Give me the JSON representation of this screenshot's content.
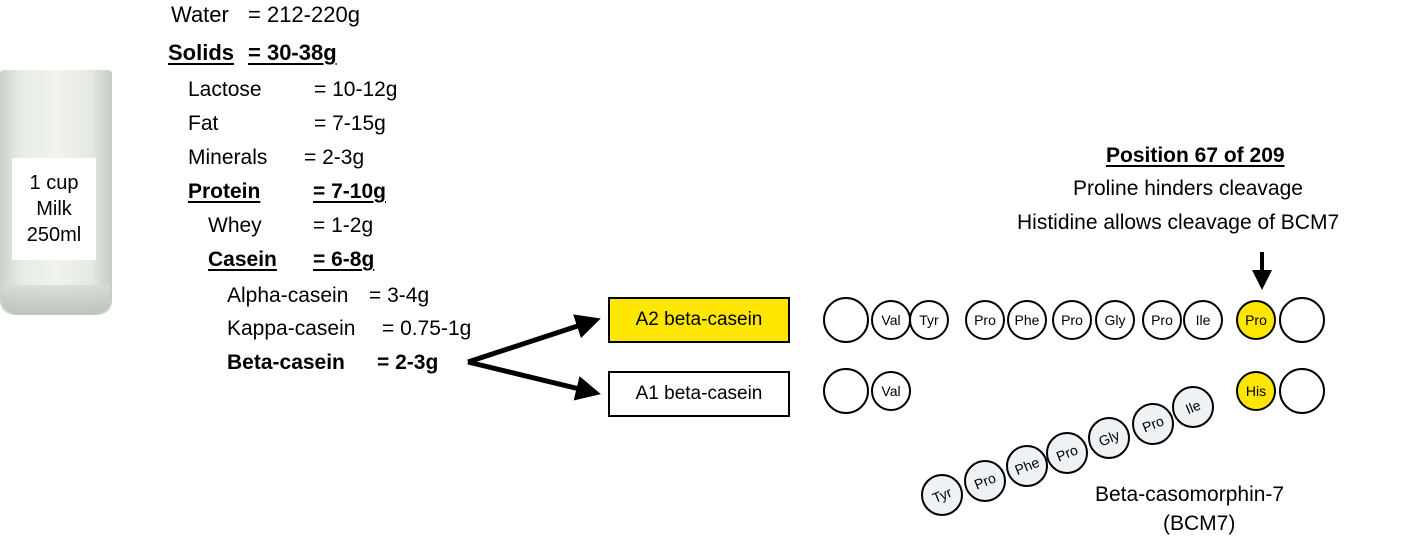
{
  "glass": {
    "lines": [
      "1 cup",
      "Milk",
      "250ml"
    ]
  },
  "composition": {
    "water": {
      "label": "Water",
      "value": "= 212-220g"
    },
    "solids": {
      "label": "Solids",
      "value": "= 30-38g"
    },
    "lactose": {
      "label": "Lactose",
      "value": "= 10-12g"
    },
    "fat": {
      "label": "Fat",
      "value": "= 7-15g"
    },
    "minerals": {
      "label": "Minerals",
      "value": "= 2-3g"
    },
    "protein": {
      "label": "Protein",
      "value": "= 7-10g"
    },
    "whey": {
      "label": "Whey",
      "value": "= 1-2g"
    },
    "casein": {
      "label": "Casein",
      "value": "= 6-8g"
    },
    "alpha_casein": {
      "label": "Alpha-casein",
      "value": "= 3-4g"
    },
    "kappa_casein": {
      "label": "Kappa-casein",
      "value": "= 0.75-1g"
    },
    "beta_casein": {
      "label": "Beta-casein",
      "value": "= 2-3g"
    }
  },
  "boxes": {
    "a2": "A2 beta-casein",
    "a1": "A1 beta-casein"
  },
  "annotation": {
    "title": "Position 67 of 209",
    "line1": "Proline hinders cleavage",
    "line2": "Histidine allows cleavage of BCM7"
  },
  "bcm7": {
    "line1": "Beta-casomorphin-7",
    "line2": "(BCM7)"
  },
  "colors": {
    "highlight": "#ffe600",
    "peptide_fill": "#eef2f5",
    "arrow": "#000000"
  },
  "chains": {
    "a2": [
      "",
      "Val",
      "Tyr",
      "Pro",
      "Phe",
      "Pro",
      "Gly",
      "Pro",
      "Ile",
      "Pro",
      ""
    ],
    "a2_highlight_index": 9,
    "a1_left": [
      "",
      "Val"
    ],
    "a1_right": [
      "His",
      ""
    ],
    "a1_highlight_index": 0,
    "bcm7_fragment": [
      "Tyr",
      "Pro",
      "Phe",
      "Pro",
      "Gly",
      "Pro",
      "Ile"
    ]
  }
}
